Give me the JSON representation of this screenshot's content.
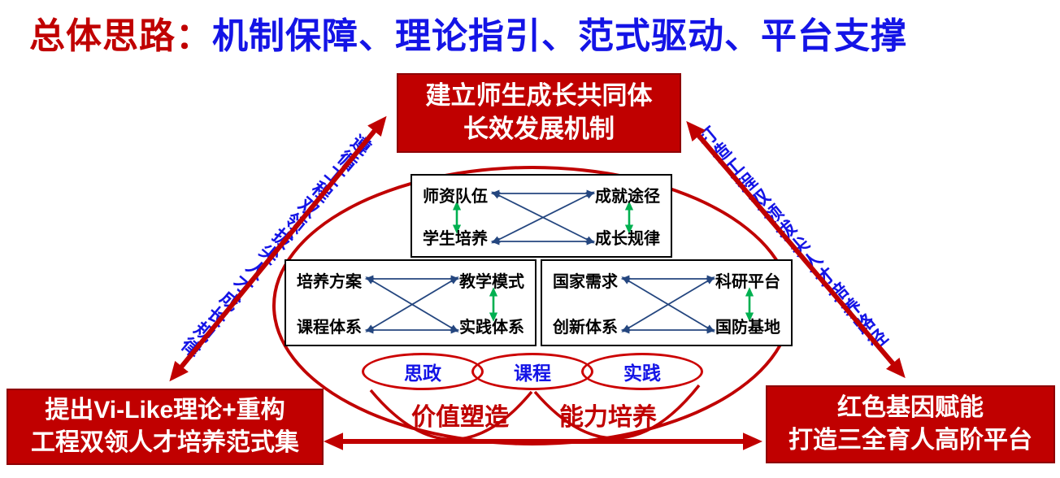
{
  "title": {
    "prefix": "总体思路：",
    "main": "机制保障、理论指引、范式驱动、平台支撑"
  },
  "nodes": {
    "top": {
      "line1": "建立师生成长共同体",
      "line2": "长效发展机制"
    },
    "bottom_left": {
      "line1": "提出Vi-Like理论+重构",
      "line2": "工程双领人才培养范式集"
    },
    "bottom_right": {
      "line1": "红色基因赋能",
      "line2": "打造三全育人高阶平台"
    }
  },
  "diagonal_labels": {
    "left": "遵循工程双领拔尖人才成长规律",
    "right": "打造工程双领拔尖人才培养路径"
  },
  "matrices": {
    "growth": {
      "tl": "师资队伍",
      "tr": "成就途径",
      "bl": "学生培养",
      "br": "成长规律"
    },
    "teaching": {
      "tl": "培养方案",
      "tr": "教学模式",
      "bl": "课程体系",
      "br": "实践体系"
    },
    "platform": {
      "tl": "国家需求",
      "tr": "科研平台",
      "bl": "创新体系",
      "br": "国防基地"
    }
  },
  "venn": {
    "left": "思政",
    "center": "课程",
    "right": "实践"
  },
  "captions": {
    "left": "价值塑造",
    "right": "能力培养"
  },
  "colors": {
    "dark_red": "#C00000",
    "title_blue": "#1414E6",
    "connector_blue": "#24467F",
    "connector_green": "#00B050"
  }
}
